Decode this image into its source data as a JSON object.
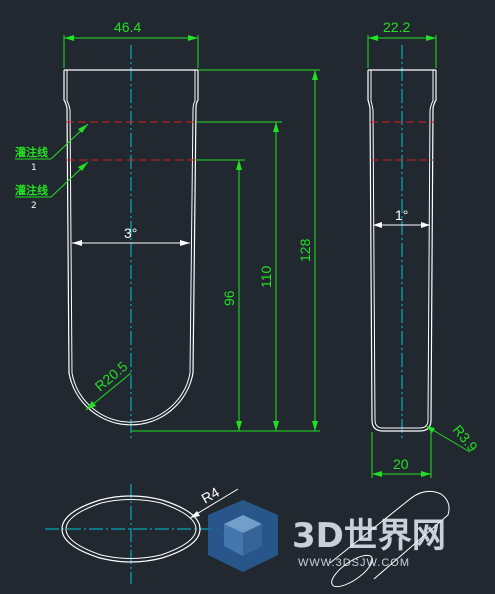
{
  "front_view": {
    "width_label": "46.4",
    "height_128": "128",
    "height_110": "110",
    "height_96": "96",
    "taper_label": "3°",
    "radius_label": "R20.5"
  },
  "side_view": {
    "width_label": "22.2",
    "taper_label": "1°",
    "bottom_width_label": "20",
    "radius_label": "R3.9"
  },
  "top_view": {
    "radius_label": "R4"
  },
  "annotations": {
    "fill_line_1": "灌注线",
    "fill_line_1_num": "1",
    "fill_line_2": "灌注线",
    "fill_line_2_num": "2"
  },
  "logo": {
    "brand": "3D世界网",
    "url": "WWW.3DSJW.COM"
  },
  "colors": {
    "background": "#212830",
    "outline": "#ffffff",
    "dimension": "#22e022",
    "centerline": "#00c8d8",
    "fill_line": "#e01a1a"
  }
}
